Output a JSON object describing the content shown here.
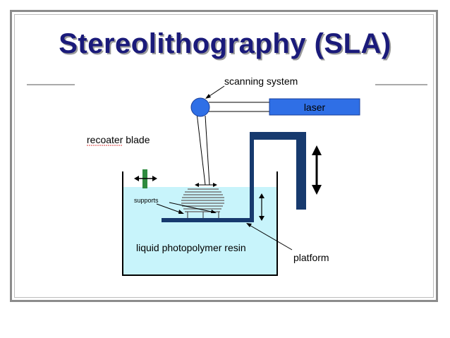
{
  "title": "Stereolithography (SLA)",
  "labels": {
    "scanning_system": "scanning system",
    "laser": "laser",
    "recoater_blade": "recoater blade",
    "supports": "supports",
    "resin": "liquid photopolymer resin",
    "platform": "platform"
  },
  "colors": {
    "title": "#1a1a7a",
    "scanner": "#2f6fe6",
    "laser_box": "#2f6fe6",
    "platform_arm": "#173a6e",
    "resin": "#c8f4fb",
    "blade": "#2e8b3f"
  }
}
